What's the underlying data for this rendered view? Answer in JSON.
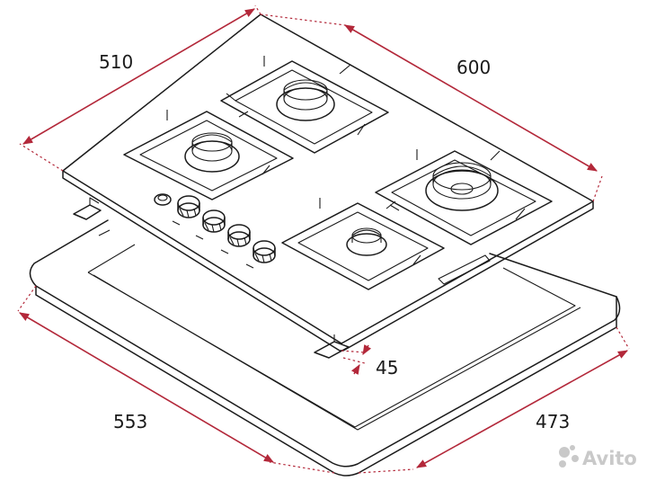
{
  "dimensions": {
    "hob_depth": "510",
    "hob_width": "600",
    "cutout_depth": "473",
    "cutout_width": "553",
    "cutout_height": "45"
  },
  "watermark": {
    "text": "Avito",
    "icon": "avito-dots-icon"
  },
  "colors": {
    "dimension": "#b3283a",
    "outline": "#1b1b1b",
    "watermark": "#c9c9c9"
  }
}
